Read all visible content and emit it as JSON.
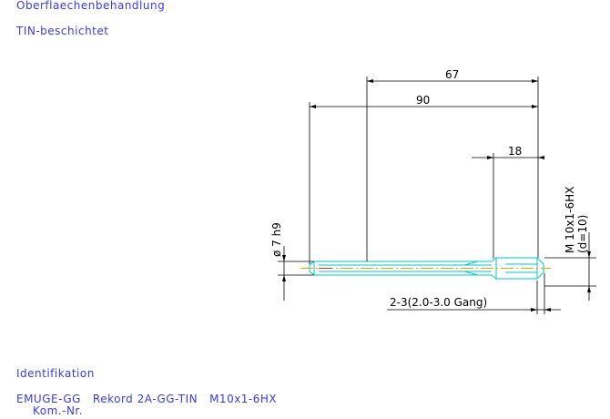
{
  "notes": {
    "surface_label": "Oberflaechenbehandlung",
    "coating": "TIN-beschichtet",
    "ident_label": "Identifikation",
    "ident_line": "EMUGE-GG   Rekord 2A-GG-TIN   M10x1-6HX",
    "kom_line": "Kom.-Nr."
  },
  "drawing": {
    "dim_overall": "67",
    "dim_total": "90",
    "dim_thread": "18",
    "dim_shank": "ø 7 h9",
    "thread_spec": "M 10x1-6HX",
    "thread_d": "(d=10)",
    "chamfer": "2-3(2.0-3.0 Gang)"
  },
  "colors": {
    "text_blue": "#3a3af0",
    "outline_cyan": "#00c8c8",
    "centerline_yellow": "#c8b400",
    "dim_black": "#000000"
  }
}
